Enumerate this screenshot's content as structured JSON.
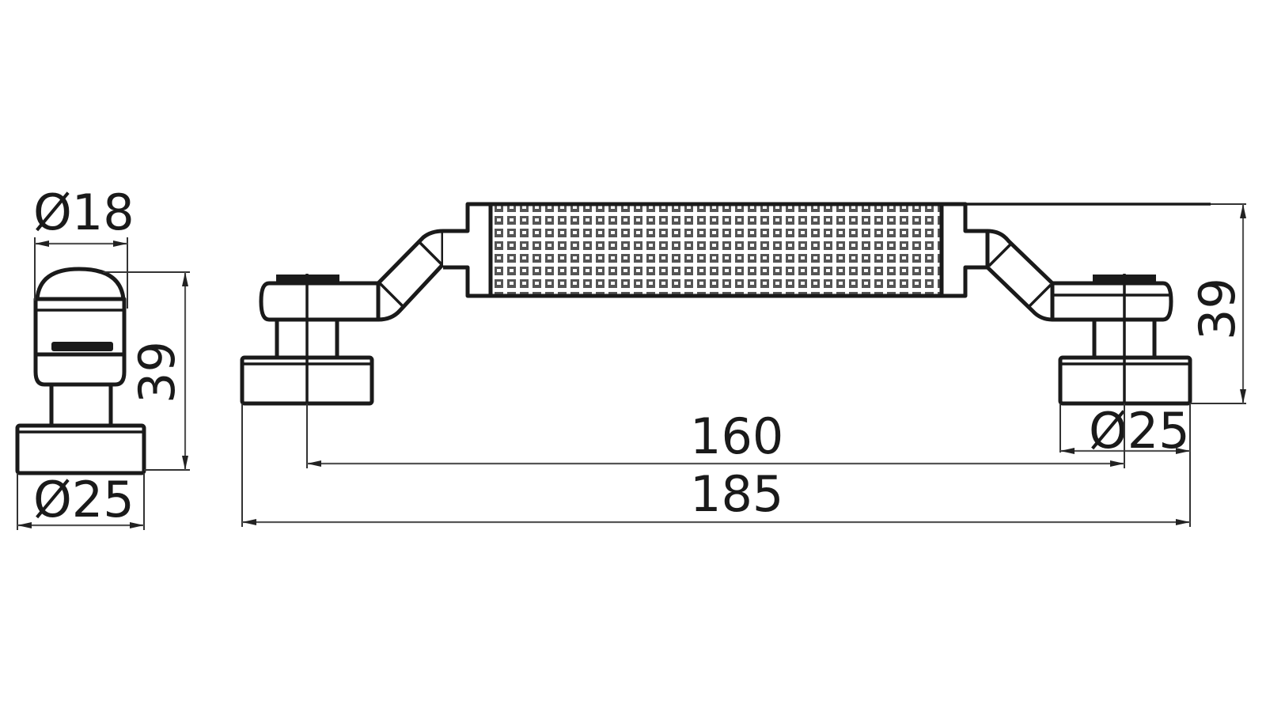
{
  "figure": {
    "title": "Cabinet handle technical drawing",
    "subject": "Pull handle with knurled grip",
    "units": "mm",
    "colors": {
      "line": "#1a1a1a",
      "dimension": "#555555",
      "background": "#ffffff",
      "knurl_dark": "#3a3a3a",
      "knurl_light": "#bdbdbd"
    }
  },
  "side_view": {
    "top_diameter": "Ø18",
    "height": "39",
    "base_diameter": "Ø25"
  },
  "front_view": {
    "center_distance": "160",
    "overall_length": "185",
    "height": "39",
    "base_diameter": "Ø25"
  }
}
